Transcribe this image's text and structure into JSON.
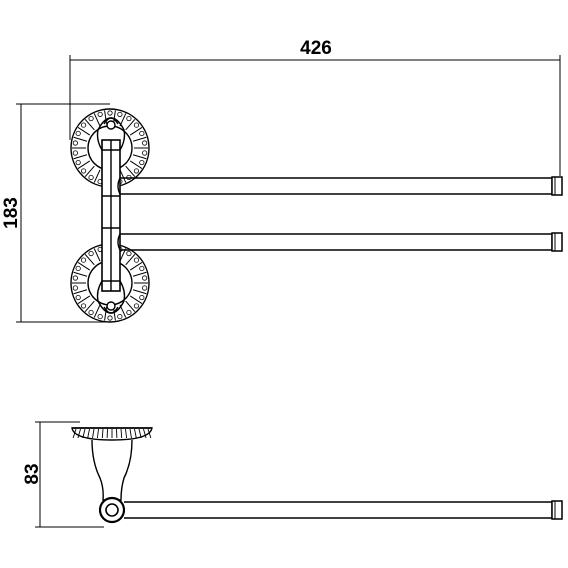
{
  "dimensions": {
    "width": "426",
    "height": "183",
    "depth": "83"
  },
  "colors": {
    "ink": "#000000",
    "paper": "#ffffff"
  }
}
